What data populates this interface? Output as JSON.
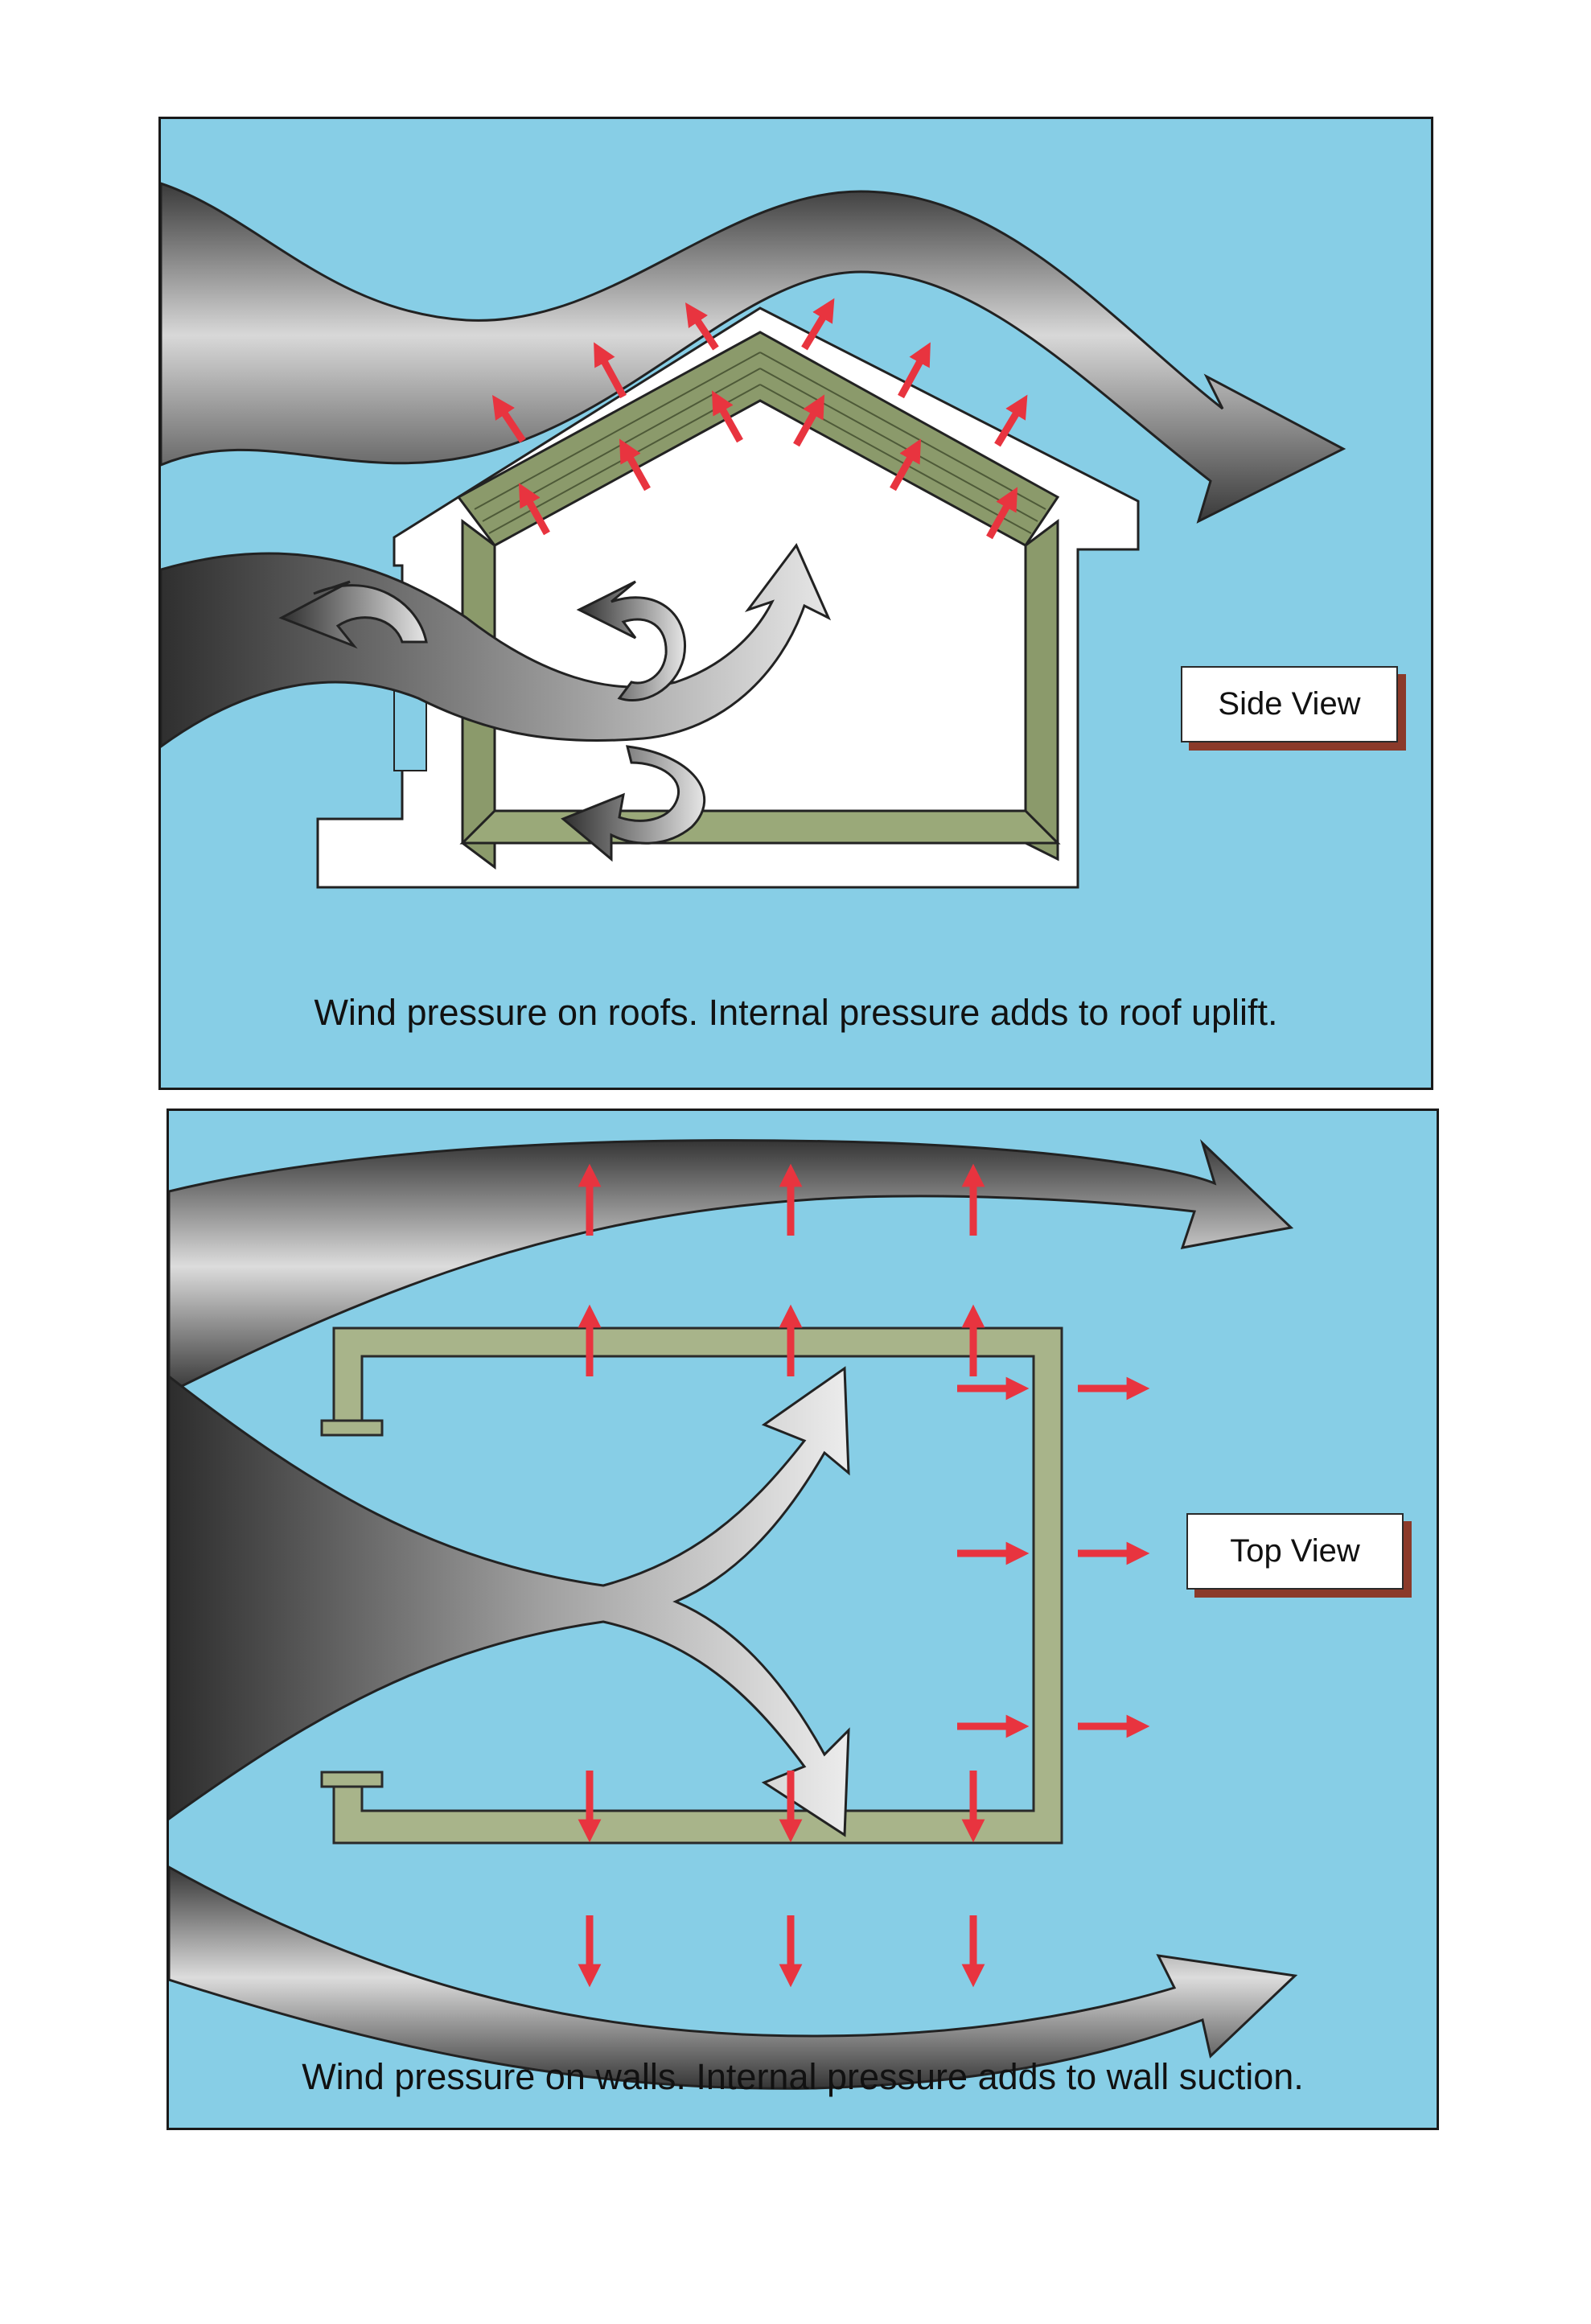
{
  "side_view": {
    "label": "Side View",
    "caption": "Wind pressure on roofs.  Internal pressure adds to roof uplift."
  },
  "top_view": {
    "label": "Top View",
    "caption": "Wind pressure on walls.  Internal pressure adds to wall suction."
  },
  "colors": {
    "sky": "#87cee6",
    "wall": "#8b9a6b",
    "pressure_arrow": "#e8343f",
    "wind_arrow": "#7a7a7a",
    "label_shadow": "#8b3a2a"
  }
}
